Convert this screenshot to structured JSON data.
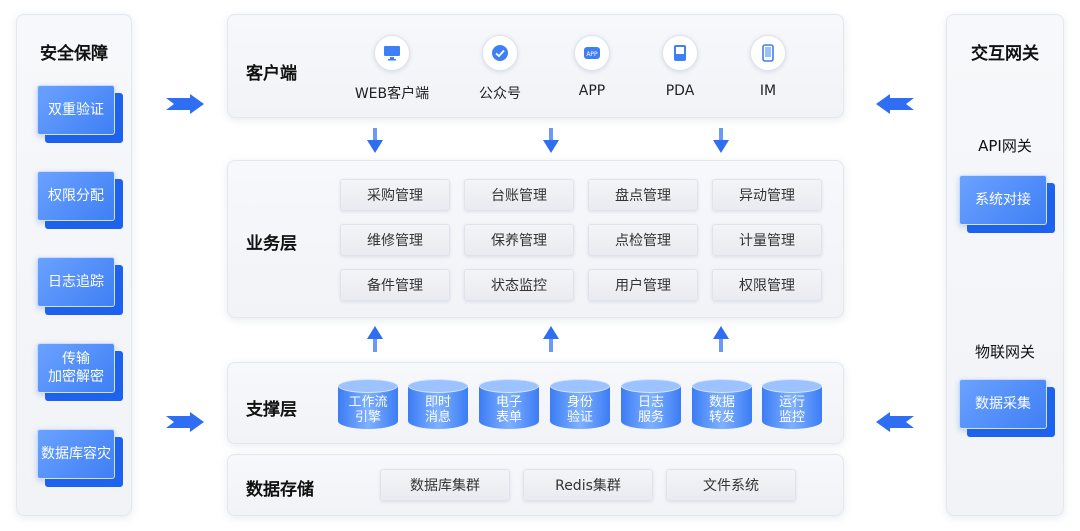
{
  "security": {
    "title": "安全保障",
    "items": [
      "双重验证",
      "权限分配",
      "日志追踪",
      "传输\n加密解密",
      "数据库容灾"
    ]
  },
  "gateway": {
    "title": "交互网关",
    "api_label": "API网关",
    "api_item": "系统对接",
    "iot_label": "物联网关",
    "iot_item": "数据采集"
  },
  "client_layer": {
    "title": "客户端",
    "items": [
      {
        "label": "WEB客户端",
        "icon": "monitor-icon"
      },
      {
        "label": "公众号",
        "icon": "wechat-official-icon"
      },
      {
        "label": "APP",
        "icon": "app-icon"
      },
      {
        "label": "PDA",
        "icon": "pda-icon"
      },
      {
        "label": "IM",
        "icon": "mobile-icon"
      }
    ]
  },
  "business_layer": {
    "title": "业务层",
    "items": [
      "采购管理",
      "台账管理",
      "盘点管理",
      "异动管理",
      "维修管理",
      "保养管理",
      "点检管理",
      "计量管理",
      "备件管理",
      "状态监控",
      "用户管理",
      "权限管理"
    ]
  },
  "support_layer": {
    "title": "支撑层",
    "items": [
      "工作流\n引擎",
      "即时\n消息",
      "电子\n表单",
      "身份\n验证",
      "日志\n服务",
      "数据\n转发",
      "运行\n监控"
    ]
  },
  "storage_layer": {
    "title": "数据存储",
    "items": [
      "数据库集群",
      "Redis集群",
      "文件系统"
    ]
  },
  "colors": {
    "accent": "#3f7ff5",
    "accent_dark": "#1e63f0",
    "arrow": "#2f6ef2"
  }
}
